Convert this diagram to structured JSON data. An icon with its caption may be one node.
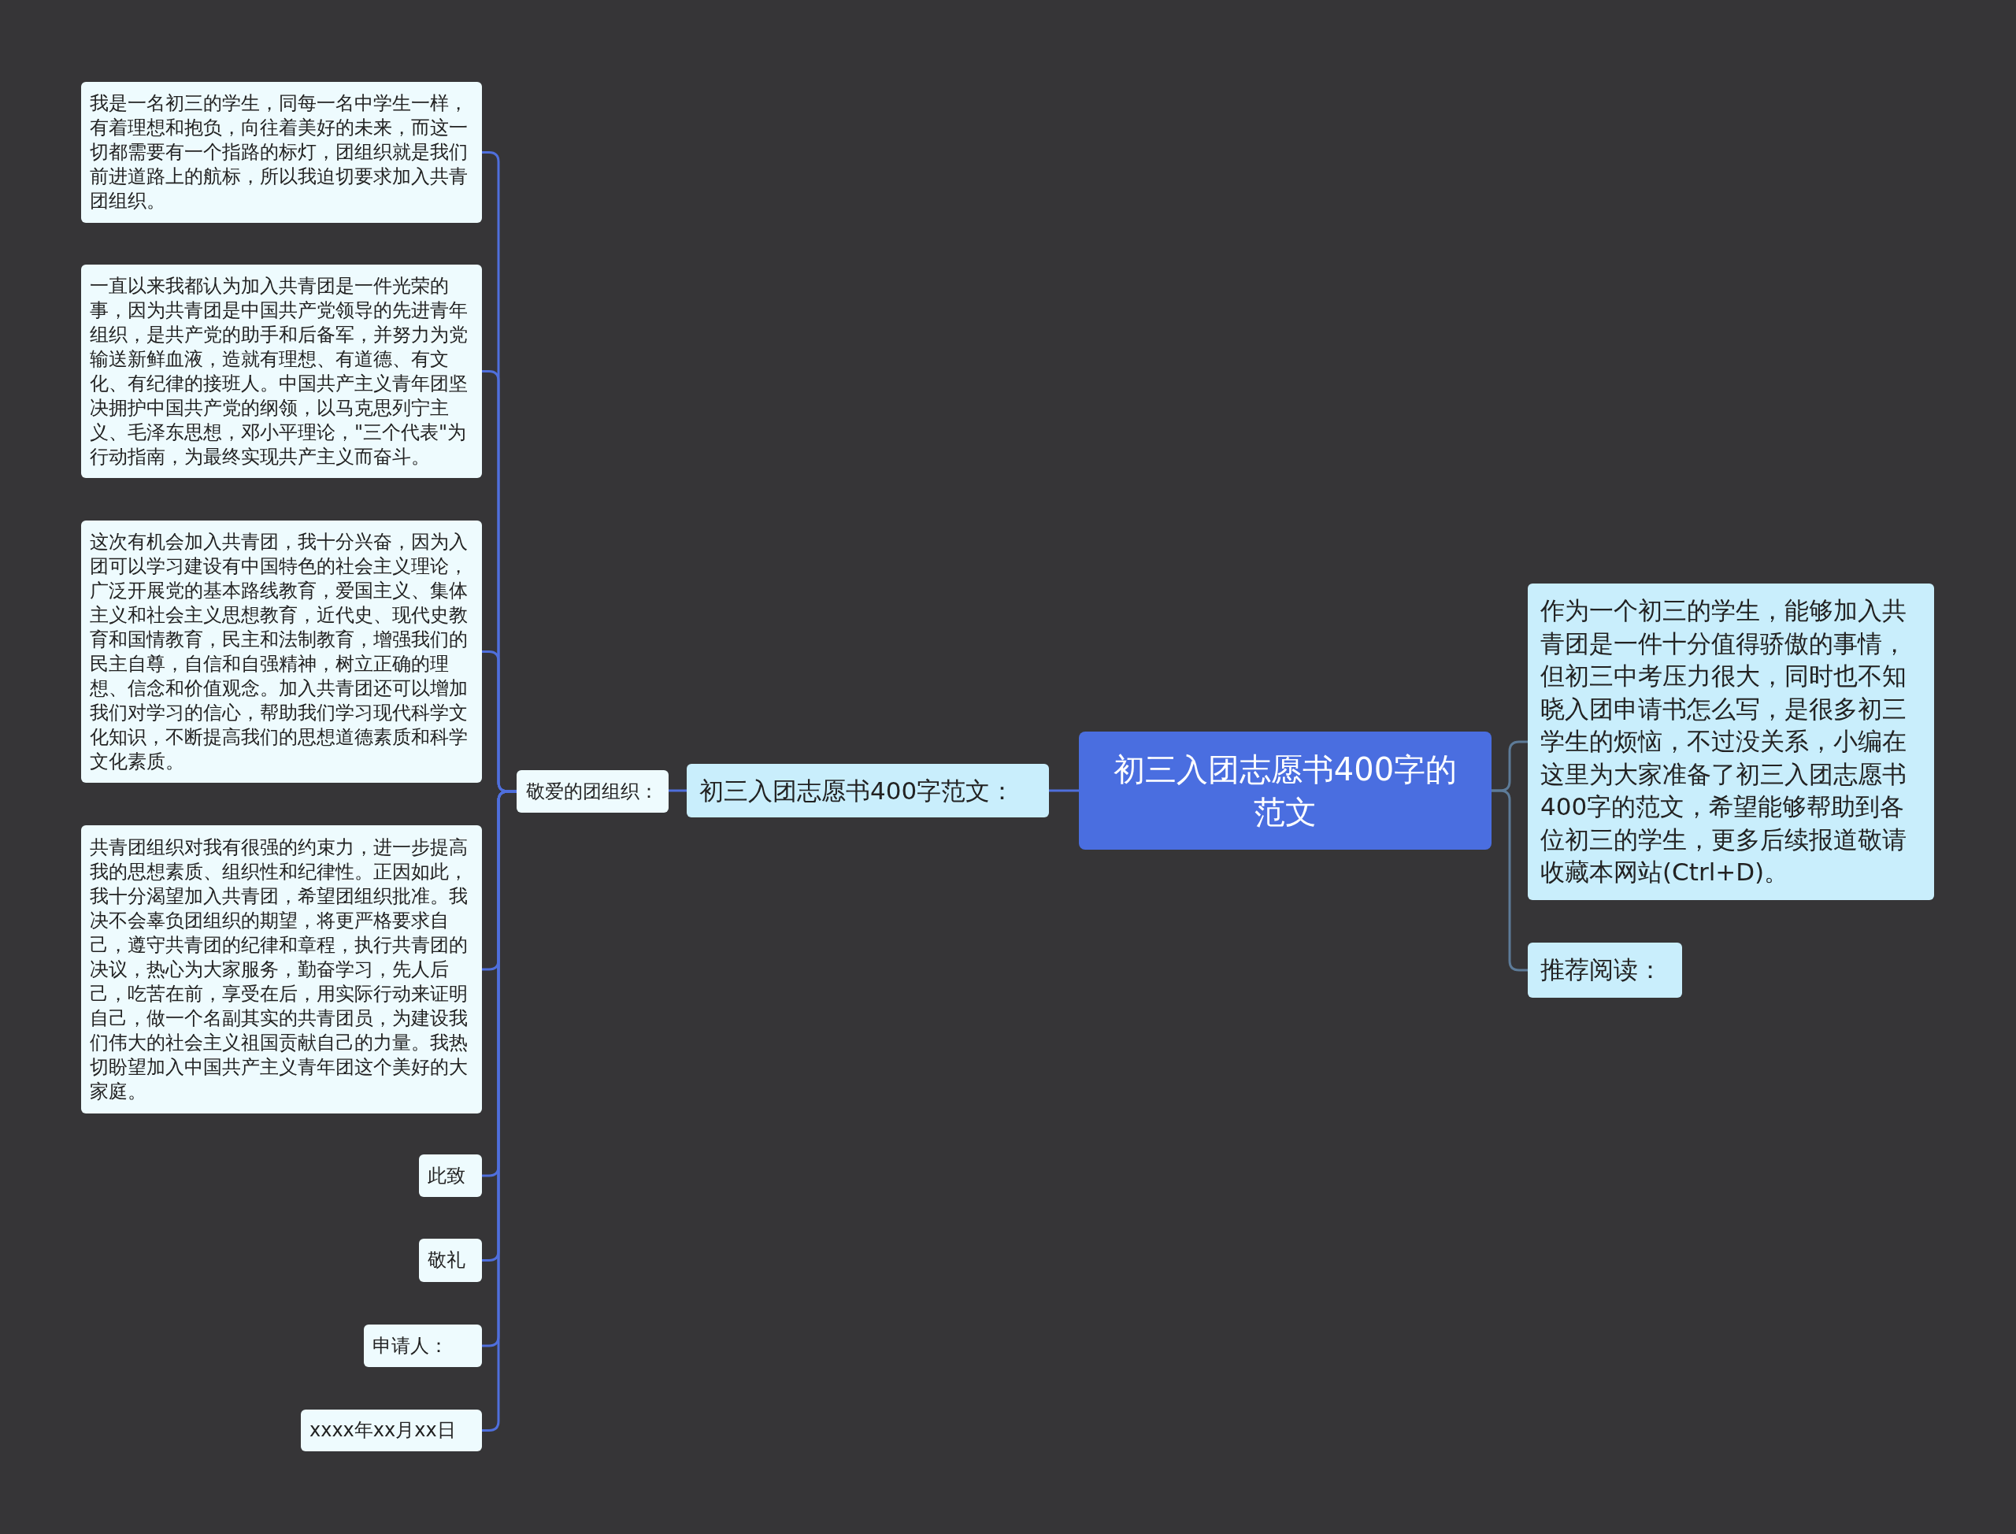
{
  "diagram": {
    "nodes": [
      {
        "text": [
          "初三入团志愿书400字的范文"
        ]
      },
      {
        "text": [
          "初三入团志愿书400字范文："
        ]
      },
      {
        "text": [
          "敬爱的团组织："
        ]
      },
      {
        "text": [
          "我是一名初三的学生，同每一名中学生一样，有着理想和抱负，向往着美好的未来，而这一切都需要有一个指路的标灯，团组织就是我们前进道路上的航标，所以我迫切要求加入共青团组织。"
        ]
      },
      {
        "text": [
          "一直以来我都认为加入共青团是一件光荣的事，因为共青团是中国共产党领导的先进青年组织，是共产党的助手和后备军，并努力为党输送新鲜血液，造就有理想、有道德、有文化、有纪律的接班人。中国共产主义青年团坚决拥护中国共产党的纲领，以马克思列宁主义、毛泽东思想，邓小平理论，\"三个代表\"为行动指南，为最终实现共产主义而奋斗。"
        ]
      },
      {
        "text": [
          "这次有机会加入共青团，我十分兴奋，因为入团可以学习建设有中国特色的社会主义理论，广泛开展党的基本路线教育，爱国主义、集体主义和社会主义思想教育，近代史、现代史教育和国情教育，民主和法制教育，增强我们的民主自尊，自信和自强精神，树立正确的理想、信念和价值观念。加入共青团还可以增加我们对学习的信心，帮助我们学习现代科学文化知识，不断提高我们的思想道德素质和科学文化素质。"
        ]
      },
      {
        "text": [
          "共青团组织对我有很强的约束力，进一步提高我的思想素质、组织性和纪律性。正因如此，我十分渴望加入共青团，希望团组织批准。我决不会辜负团组织的期望，将更严格要求自己，遵守共青团的纪律和章程，执行共青团的决议，热心为大家服务，勤奋学习，先人后己，吃苦在前，享受在后，用实际行动来证明自己，做一个名副其实的共青团员，为建设我们伟大的社会主义祖国贡献自己的力量。我热切盼望加入中国共产主义青年团这个美好的大家庭。"
        ]
      },
      {
        "text": [
          "此致"
        ]
      },
      {
        "text": [
          "敬礼"
        ]
      },
      {
        "text": [
          "申请人："
        ]
      },
      {
        "text": [
          "xxxx年xx月xx日"
        ]
      },
      {
        "text": [
          "作为一个初三的学生，能够加入共青团是一件十分值得骄傲的事情，但初三中考压力很大，同时也不知晓入团申请书怎么写，是很多初三学生的烦恼，不过没关系，小编在这里为大家准备了初三入团志愿书400字的范文，希望能够帮助到各位初三的学生，更多后续报道敬请收藏本网站(Ctrl+D)。"
        ]
      },
      {
        "text": [
          "推荐阅读："
        ]
      }
    ],
    "edges": [
      {
        "from": 0,
        "to": 1,
        "arrow": "none"
      },
      {
        "from": 1,
        "to": 2,
        "arrow": "none"
      },
      {
        "from": 2,
        "to": 3,
        "arrow": "none"
      },
      {
        "from": 2,
        "to": 4,
        "arrow": "none"
      },
      {
        "from": 2,
        "to": 5,
        "arrow": "none"
      },
      {
        "from": 2,
        "to": 6,
        "arrow": "none"
      },
      {
        "from": 2,
        "to": 7,
        "arrow": "none"
      },
      {
        "from": 2,
        "to": 8,
        "arrow": "none"
      },
      {
        "from": 2,
        "to": 9,
        "arrow": "none"
      },
      {
        "from": 2,
        "to": 10,
        "arrow": "none"
      },
      {
        "from": 0,
        "to": 11,
        "arrow": "none",
        "color": "#5d7b98"
      },
      {
        "from": 0,
        "to": 12,
        "arrow": "none",
        "color": "#5d7b98"
      }
    ]
  }
}
